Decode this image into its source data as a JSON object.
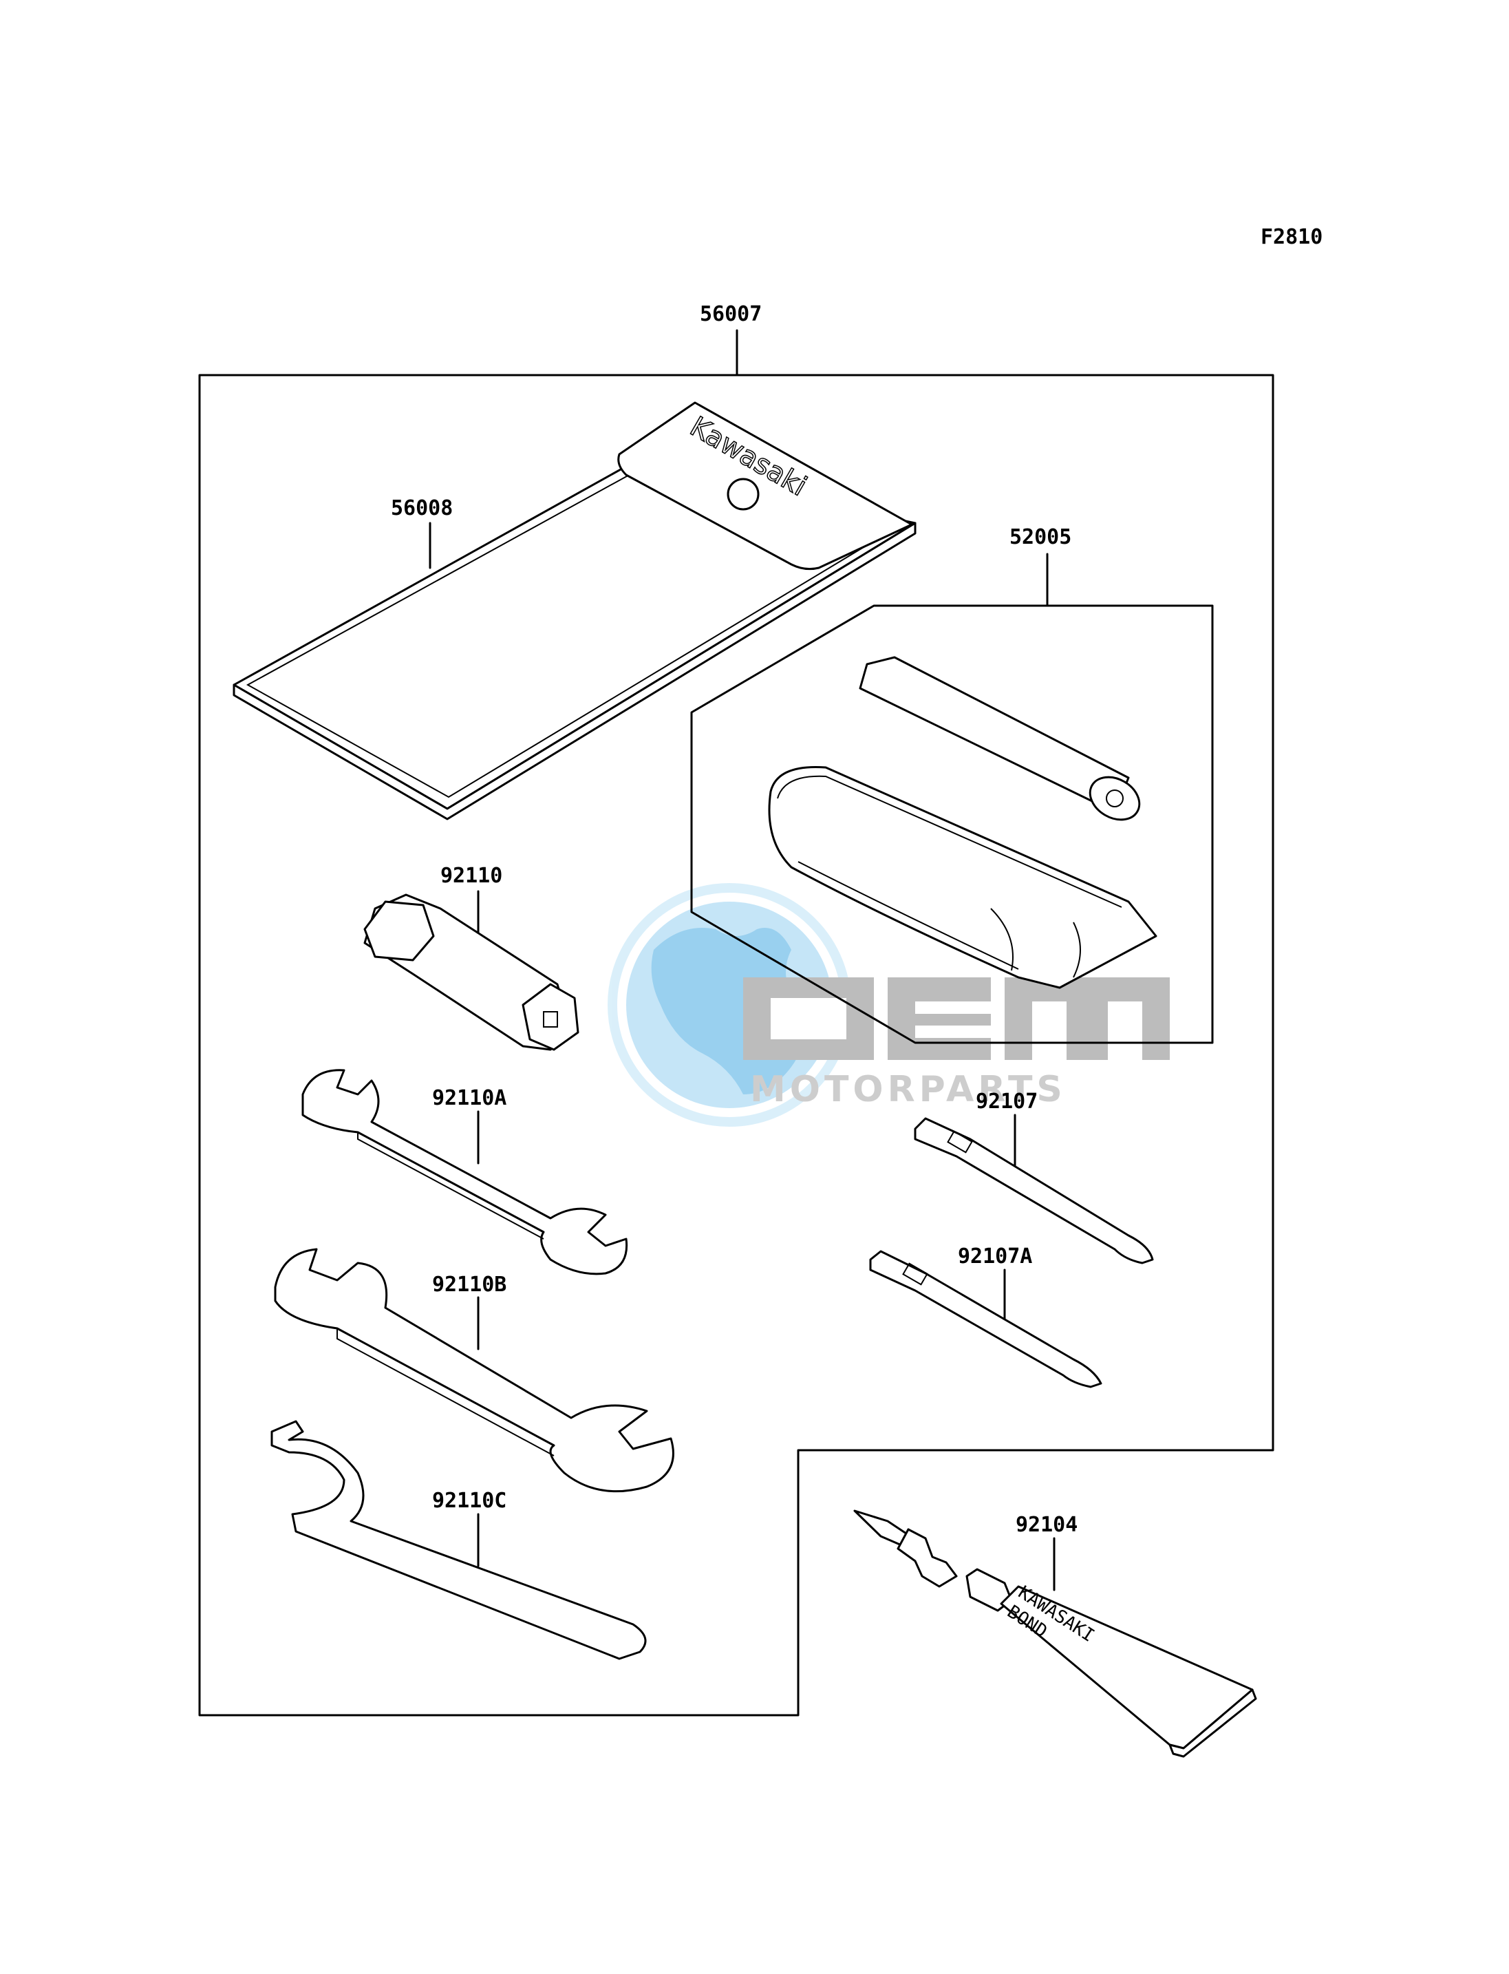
{
  "diagram_code": "F2810",
  "parts": {
    "kit": "56007",
    "bag": "56008",
    "bag_brand": "Kawasaki",
    "tire_repair_kit": "52005",
    "plug_wrench": "92110",
    "wrench_a": "92110A",
    "wrench_b": "92110B",
    "wrench_c": "92110C",
    "screwdriver": "92107",
    "screwdriver_a": "92107A",
    "bond": "92104",
    "bond_brand_line1": "KAWASAKI",
    "bond_brand_line2": "BOND"
  },
  "watermark": {
    "brand": "OEM",
    "sub": "MOTORPARTS",
    "colors": {
      "globe": "#a9d8f2",
      "text": "#bdbdbd",
      "ring": "#cfe9f8"
    }
  }
}
